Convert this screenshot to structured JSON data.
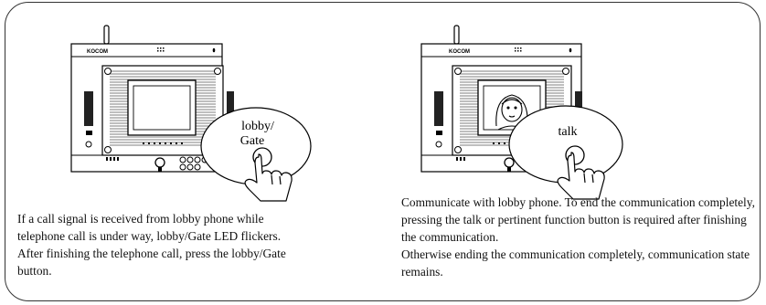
{
  "panels": [
    {
      "device_brand": "KOCOM",
      "bubble_label": "lobby/\nGate",
      "caption": [
        "If a call signal is received from lobby phone while telephone call is under way, lobby/Gate LED flickers.",
        "After finishing the telephone call, press the lobby/Gate button."
      ]
    },
    {
      "device_brand": "KOCOM",
      "bubble_label": "talk",
      "caption": [
        "Communicate with lobby phone. To end the communication completely, pressing the talk or pertinent function button is required after finishing the communication.",
        "Otherwise ending the communication completely, communication state remains."
      ]
    }
  ]
}
